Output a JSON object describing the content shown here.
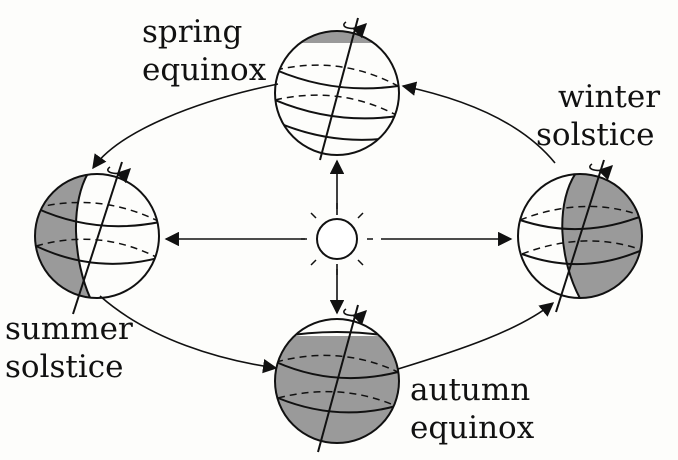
{
  "labels": {
    "spring": [
      "spring",
      "equinox"
    ],
    "winter": [
      "winter",
      "solstice"
    ],
    "summer": [
      "summer",
      "solstice"
    ],
    "autumn": [
      "autumn",
      "equinox"
    ]
  },
  "colors": {
    "ink": "#111111",
    "night_shade": "#9a9a9a",
    "background": "#fdfdfb"
  }
}
